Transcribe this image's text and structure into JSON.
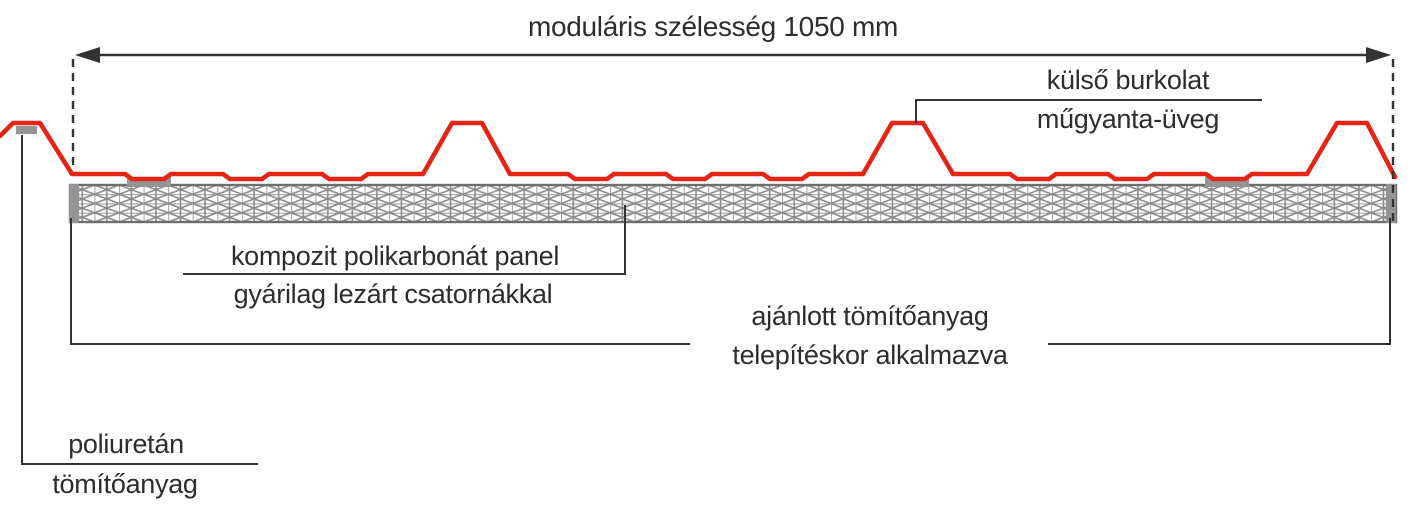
{
  "diagram": {
    "title": "moduláris szélesség 1050 mm",
    "labels": {
      "outer_cladding": {
        "line1": "külső burkolat",
        "line2": "műgyanta-üveg"
      },
      "panel": {
        "line1": "kompozit polikarbonát panel",
        "line2": "gyárilag lezárt csatornákkal"
      },
      "sealant_recommended": {
        "line1": "ajánlott tömítőanyag",
        "line2": "telepítéskor alkalmazva"
      },
      "sealant_polyurethane": {
        "line1": "poliuretán",
        "line2": "tömítőanyag"
      }
    },
    "colors": {
      "profile_red": "#e42415",
      "line_dark": "#333333",
      "lattice_gray": "#8a8a8a",
      "panel_border_gray": "#6e6e6e",
      "pad_gray": "#949494",
      "text": "#2d2d2d",
      "background": "#ffffff"
    }
  }
}
